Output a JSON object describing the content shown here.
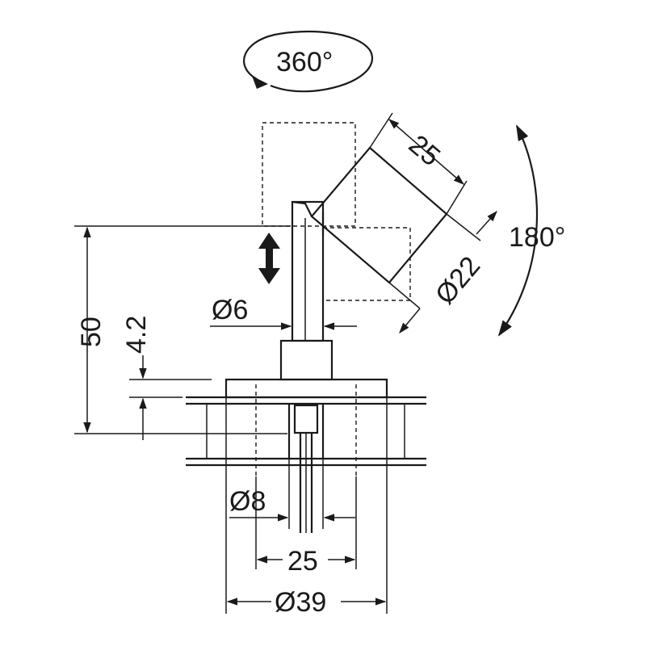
{
  "colors": {
    "ink": "#1a1a1a",
    "background": "#ffffff"
  },
  "labels": {
    "rotation_horizontal": "360°",
    "rotation_vertical": "180°",
    "head_length": "25",
    "head_diameter": "Ø22",
    "stem_diameter": "Ø6",
    "height_total": "50",
    "height_offset": "4.2",
    "hole_diameter": "Ø8",
    "base_inner": "25",
    "base_diameter": "Ø39"
  }
}
